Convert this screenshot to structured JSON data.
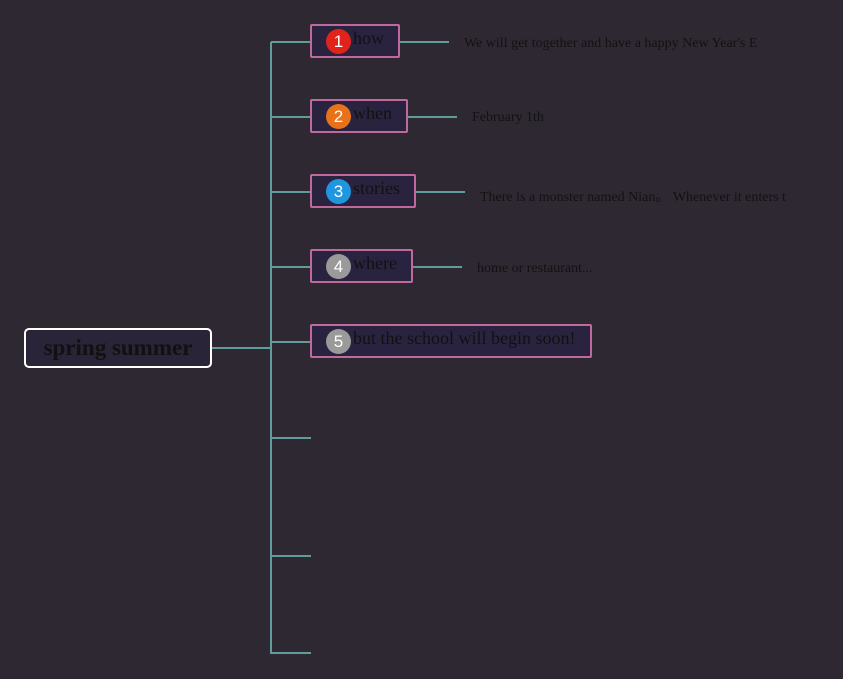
{
  "root": {
    "label": "spring summer"
  },
  "topics": [
    {
      "index": "1",
      "label": "how",
      "badge_color": "#e0241c",
      "detail": "We will get together and have a happy New Year's E"
    },
    {
      "index": "2",
      "label": "when",
      "badge_color": "#e8711a",
      "detail": "February 1th"
    },
    {
      "index": "3",
      "label": "stories",
      "badge_color": "#1f96e0",
      "detail": "There is a monster named Nian。 Whenever it enters t"
    },
    {
      "index": "4",
      "label": "where",
      "badge_color": "#9a9a9a",
      "detail": "home or restaurant..."
    },
    {
      "index": "5",
      "label": "but the school will begin soon!",
      "badge_color": "#9a9a9a",
      "detail": ""
    }
  ],
  "colors": {
    "background": "#2d2832",
    "connector": "#5f9c9a",
    "topic_border": "#c06a9c",
    "root_border": "#ffffff"
  }
}
